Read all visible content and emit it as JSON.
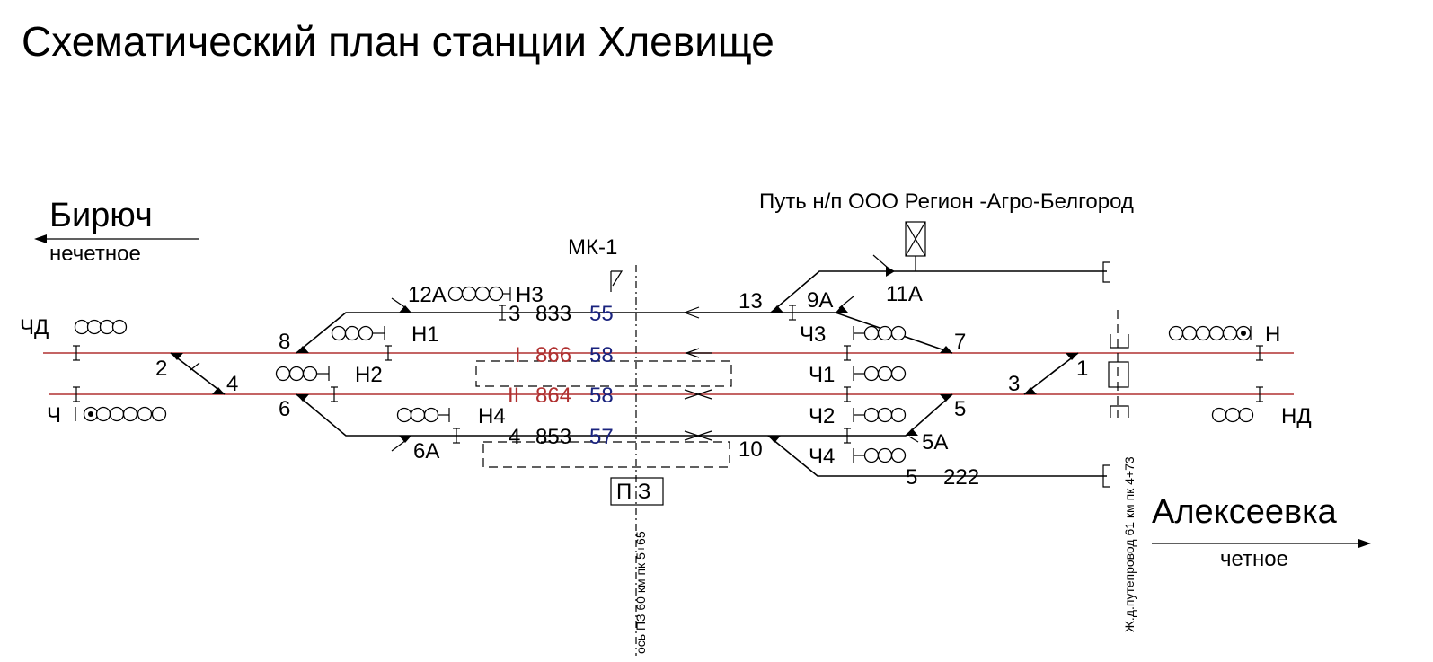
{
  "title": "Схематический план станции Хлевище",
  "directions": {
    "left": {
      "name": "Бирюч",
      "sub": "нечетное"
    },
    "right": {
      "name": "Алексеевка",
      "sub": "четное"
    }
  },
  "siding_label": "Путь н/п ООО Регион -Агро-Белгород",
  "post_label": "МК-1",
  "post_box": "П З",
  "tracks": {
    "t3": {
      "num": "3",
      "len": "833",
      "cap": "55"
    },
    "tI": {
      "num": "I",
      "len": "866",
      "cap": "58"
    },
    "tII": {
      "num": "II",
      "len": "864",
      "cap": "58"
    },
    "t4": {
      "num": "4",
      "len": "853",
      "cap": "57"
    },
    "t5": {
      "num": "5",
      "len": "222"
    }
  },
  "signals": {
    "CHD": "ЧД",
    "CH": "Ч",
    "N1": "Н1",
    "N2": "Н2",
    "N3": "Н3",
    "N4": "Н4",
    "CH1": "Ч1",
    "CH2": "Ч2",
    "CH3": "Ч3",
    "CH4": "Ч4",
    "N": "Н",
    "ND": "НД"
  },
  "switches": {
    "s1": "1",
    "s2": "2",
    "s3": "3",
    "s4": "4",
    "s5": "5",
    "s5A": "5А",
    "s6": "6",
    "s6A": "6А",
    "s7": "7",
    "s8": "8",
    "s9A": "9А",
    "s10": "10",
    "s11A": "11А",
    "s12A": "12А",
    "s13": "13"
  },
  "vertical_labels": {
    "axis": "ось ПЗ 60 км пк 5+65",
    "overpass": "Ж.д.путепровод 61 км пк 4+73"
  },
  "colors": {
    "main_track": "#b03030",
    "track_number": "#b03030",
    "capacity": "#1a237e",
    "line": "#000000"
  }
}
